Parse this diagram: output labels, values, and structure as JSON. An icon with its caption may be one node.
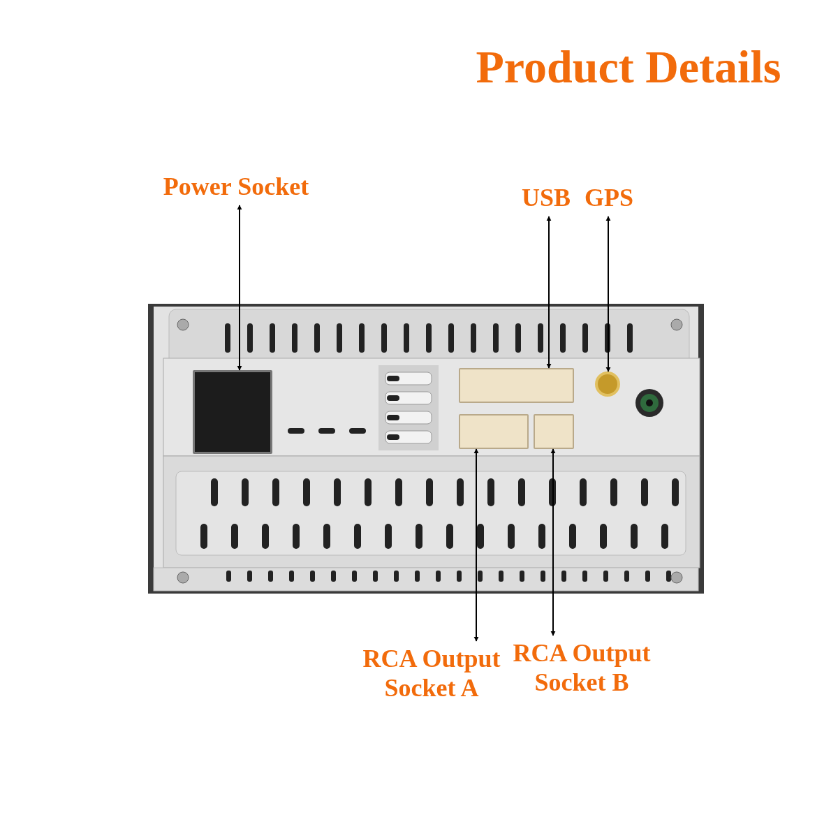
{
  "diagram": {
    "title": "Product Details",
    "nodes": [
      {
        "text": [
          "Power Socket"
        ]
      },
      {
        "text": [
          "USB"
        ]
      },
      {
        "text": [
          "GPS"
        ]
      },
      {
        "text": [
          "RCA Output Socket A"
        ]
      },
      {
        "text": [
          "RCA Output Socket B"
        ]
      },
      {
        "text": [],
        "shape": "picture"
      },
      {
        "text": [],
        "shape": "box",
        "in": 5
      },
      {
        "text": [],
        "shape": "box",
        "in": 5
      },
      {
        "text": [],
        "shape": "circle",
        "in": 5
      },
      {
        "text": [],
        "shape": "box",
        "in": 5
      },
      {
        "text": [],
        "shape": "box",
        "in": 5
      }
    ],
    "edges": [
      {
        "from": 0,
        "to": 6,
        "arrow": "both"
      },
      {
        "from": 1,
        "to": 7,
        "arrow": "both"
      },
      {
        "from": 2,
        "to": 8,
        "arrow": "both"
      },
      {
        "from": 3,
        "to": 9,
        "arrow": "both"
      },
      {
        "from": 4,
        "to": 10,
        "arrow": "both"
      }
    ]
  }
}
